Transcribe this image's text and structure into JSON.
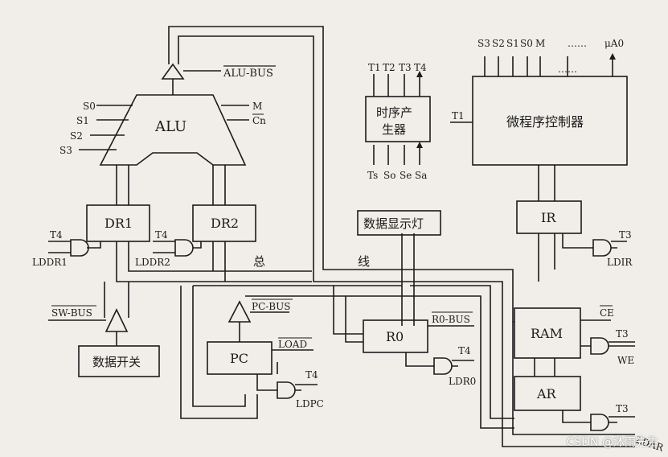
{
  "watermark": "CSDN @沐雨先生",
  "alu": {
    "label": "ALU",
    "out_label": "ALU-BUS",
    "s_inputs": [
      "S0",
      "S1",
      "S2",
      "S3"
    ],
    "m_label": "M",
    "cn_label": "Cn"
  },
  "dr1": {
    "label": "DR1",
    "t_label": "T4",
    "ld_label": "LDDR1"
  },
  "dr2": {
    "label": "DR2",
    "t_label": "T4",
    "ld_label": "LDDR2"
  },
  "timing": {
    "label_line1": "时序产",
    "label_line2": "生器",
    "outputs": [
      "T1",
      "T2",
      "T3",
      "T4"
    ],
    "inputs": [
      "Ts",
      "So",
      "Se",
      "Sa"
    ]
  },
  "controller": {
    "label": "微程序控制器",
    "t_label": "T1",
    "outputs": [
      "S3",
      "S2",
      "S1",
      "S0",
      "M"
    ],
    "dots": "……",
    "last_output": "μA0",
    "dots2": "……"
  },
  "ir": {
    "label": "IR",
    "t_label": "T3",
    "ld_label": "LDIR"
  },
  "display": {
    "label": "数据显示灯"
  },
  "bus": {
    "char1": "总",
    "char2": "线"
  },
  "switch": {
    "label": "数据开关",
    "bus_label": "SW-BUS"
  },
  "pc": {
    "label": "PC",
    "bus_label": "PC-BUS",
    "load_label": "LOAD",
    "t_label": "T4",
    "ld_label": "LDPC"
  },
  "r0": {
    "label": "R0",
    "bus_label": "R0-BUS",
    "t_label": "T4",
    "ld_label": "LDR0"
  },
  "ram": {
    "label": "RAM",
    "ce_label": "CE",
    "t_label": "T3",
    "we_label": "WE"
  },
  "ar": {
    "label": "AR",
    "t_label": "T3",
    "ld_label": "LDAR"
  }
}
